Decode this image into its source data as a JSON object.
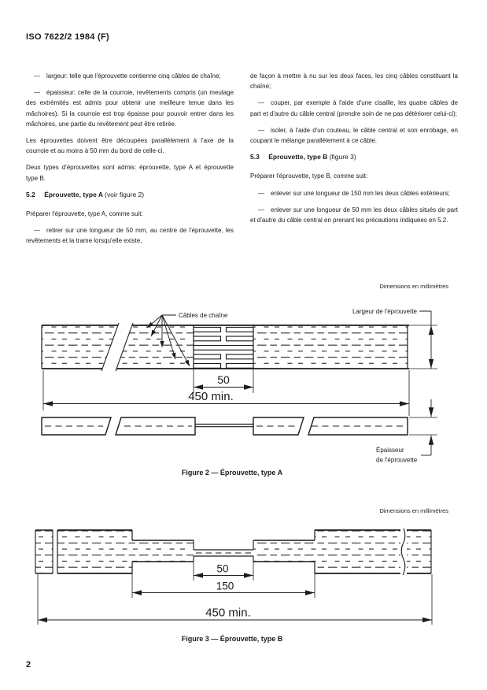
{
  "colors": {
    "ink": "#1a1a1a",
    "paper": "#ffffff"
  },
  "page": {
    "header": "ISO 7622/2 1984 (F)",
    "page_number": "2"
  },
  "columns": {
    "left": {
      "b1": "— largeur: telle que l'éprouvette contienne cinq câbles de chaîne;",
      "b2": "— épaisseur: celle de la courroie, revêtements compris (un meulage des extrémités est admis pour obtenir une meilleure tenue dans les mâchoires). Si la courroie est trop épaisse pour pouvoir entrer dans les mâchoires, une partie du revêtement peut être retirée.",
      "p1": "Les éprouvettes doivent être découpées parallèlement à l'axe de la courroie et au moins à 50 mm du bord de celle-ci.",
      "p2": "Deux types d'éprouvettes sont admis: éprouvette, type A et éprouvette type B.",
      "h_num": "5.2",
      "h_title": "Éprouvette, type A",
      "h_suffix": "(voir figure 2)",
      "p3": "Préparer l'éprouvette, type A, comme suit:",
      "b3": "— retirer sur une longueur de 50 mm, au centre de l'éprouvette, les revêtements et la trame lorsqu'elle existe,"
    },
    "right": {
      "p1": "de façon à mettre à nu sur les deux faces, les cinq câbles constituant la chaîne;",
      "b1": "— couper, par exemple à l'aide d'une cisaille, les quatre câbles de part et d'autre du câble central (prendre soin de ne pas détériorer celui-ci);",
      "b2": "— isoler, à l'aide d'un couteau, le câble central et son enrobage, en coupant le mélange parallèlement à ce câble.",
      "h_num": "5.3",
      "h_title": "Éprouvette, type B",
      "h_suffix": "(figure 3)",
      "p2": "Préparer l'éprouvette, type B, comme suit:",
      "b3": "— enlever sur une longueur de 150 mm les deux câbles extérieurs;",
      "b4": "— enlever sur une longueur de 50 mm les deux câbles situés de part et d'autre du câble central en prenant les précautions indiquées en 5.2."
    }
  },
  "figure2": {
    "dimensions_note": "Dimensions en millimètres",
    "labels": {
      "cables": "Câbles de chaîne",
      "largeur": "Largeur de l'éprouvette",
      "epaisseur_line1": "Épaisseur",
      "epaisseur_line2": "de l'éprouvette",
      "dim_50": "50",
      "dim_450": "450 min."
    },
    "caption": "Figure 2 — Éprouvette, type A"
  },
  "figure3": {
    "dimensions_note": "Dimensions en millimètres",
    "labels": {
      "dim_50": "50",
      "dim_150": "150",
      "dim_450": "450 min."
    },
    "caption": "Figure 3 — Éprouvette, type B"
  }
}
